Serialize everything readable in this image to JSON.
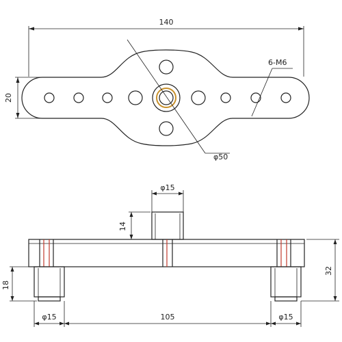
{
  "dimensions": {
    "top_overall_length": "140",
    "top_height": "20",
    "hole_callout": "6-M6",
    "center_diameter": "φ50",
    "boss_diameter": "φ15",
    "boss_height": "14",
    "left_foot_diameter": "φ15",
    "foot_spacing": "105",
    "right_foot_diameter": "φ15",
    "foot_height": "18",
    "total_height": "32"
  },
  "colors": {
    "line": "#222222",
    "accent_red": "#c0392b"
  }
}
